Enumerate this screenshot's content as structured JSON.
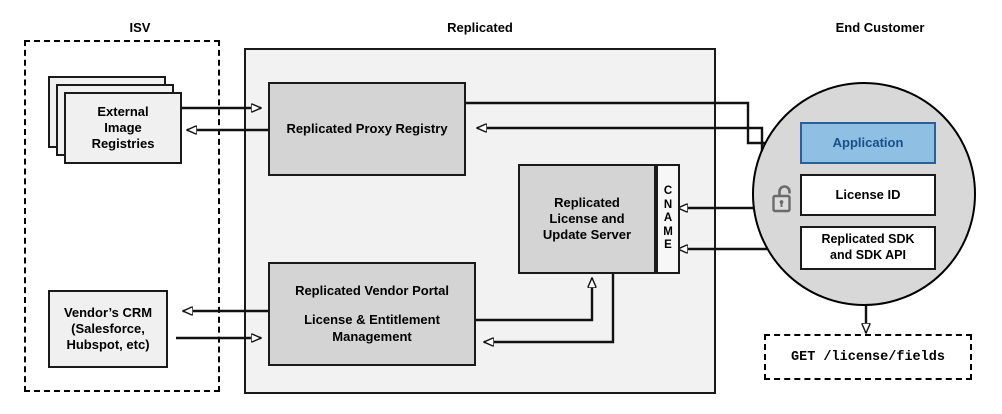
{
  "headers": [
    {
      "label": "ISV"
    },
    {
      "label": "Replicated"
    },
    {
      "label": "End Customer"
    }
  ],
  "zones": {
    "isv": {
      "label": "ISV"
    },
    "replicated": {
      "label": "Replicated"
    },
    "end_customer": {
      "label": "End Customer"
    }
  },
  "nodes": {
    "external_image_registries": {
      "line1": "External",
      "line2": "Image",
      "line3": "Registries"
    },
    "vendor_crm": {
      "line1": "Vendor’s CRM",
      "line2": "(Salesforce,",
      "line3": "Hubspot, etc)"
    },
    "proxy_registry": {
      "label": "Replicated Proxy Registry"
    },
    "license_update_server": {
      "line1": "Replicated",
      "line2": "License and",
      "line3": "Update Server"
    },
    "cname": {
      "label": "CNAME",
      "letters": [
        "C",
        "N",
        "A",
        "M",
        "E"
      ]
    },
    "vendor_portal": {
      "line1": "Replicated Vendor Portal",
      "line2": "License & Entitlement",
      "line3": "Management"
    },
    "application": {
      "label": "Application"
    },
    "license_id": {
      "label": "License ID"
    },
    "replicated_sdk": {
      "line1": "Replicated SDK",
      "line2": "and SDK API"
    },
    "api_call": {
      "label": "GET /license/fields"
    }
  },
  "icons": {
    "lock": {
      "name": "unlocked-padlock-icon",
      "state": "unlocked"
    }
  },
  "colors": {
    "stroke": "#1a1a1a",
    "zone_fill": "#f2f2f2",
    "node_mid_fill": "#d4d4d4",
    "node_light_fill": "#f0f0f0",
    "circle_fill": "#d8d8d8",
    "application_fill": "#8fbfe3",
    "application_border": "#2a6099",
    "application_text": "#1a4f8a",
    "page_background": "#ffffff"
  }
}
